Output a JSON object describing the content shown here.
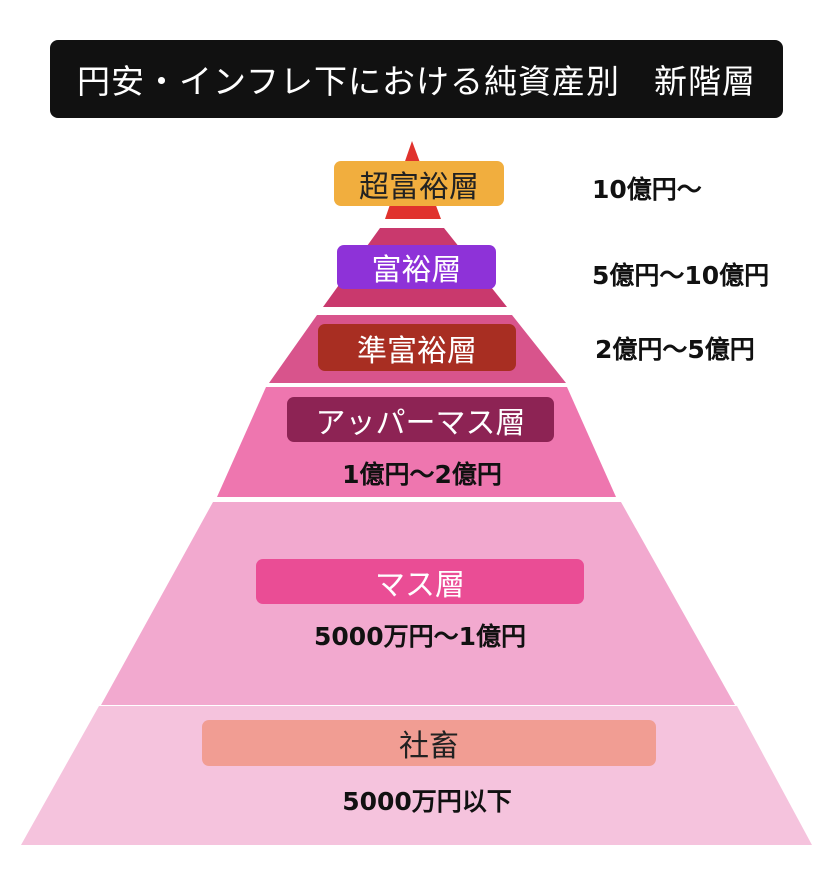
{
  "title": "円安・インフレ下における純資産別　新階層",
  "colors": {
    "title_bg": "#111111",
    "tier1_fill": "#e0322d",
    "tier2_fill": "#c9396d",
    "tier3_fill": "#d8548c",
    "tier4_fill": "#ee76af",
    "tier5_fill": "#f2a9cf",
    "tier6_fill": "#f5c3dd",
    "pill1": "#f1ae3e",
    "pill2": "#8e32d8",
    "pill3": "#a82e22",
    "pill4": "#8d2354",
    "pill5": "#ea4d95",
    "pill6": "#f19d93"
  },
  "tiers": [
    {
      "name": "超富裕層",
      "range": "10億円～"
    },
    {
      "name": "富裕層",
      "range": "5億円～10億円"
    },
    {
      "name": "準富裕層",
      "range": "2億円～5億円"
    },
    {
      "name": "アッパーマス層",
      "range": "1億円～2億円"
    },
    {
      "name": "マス層",
      "range": "5000万円～1億円"
    },
    {
      "name": "社畜",
      "range": "5000万円以下"
    }
  ]
}
